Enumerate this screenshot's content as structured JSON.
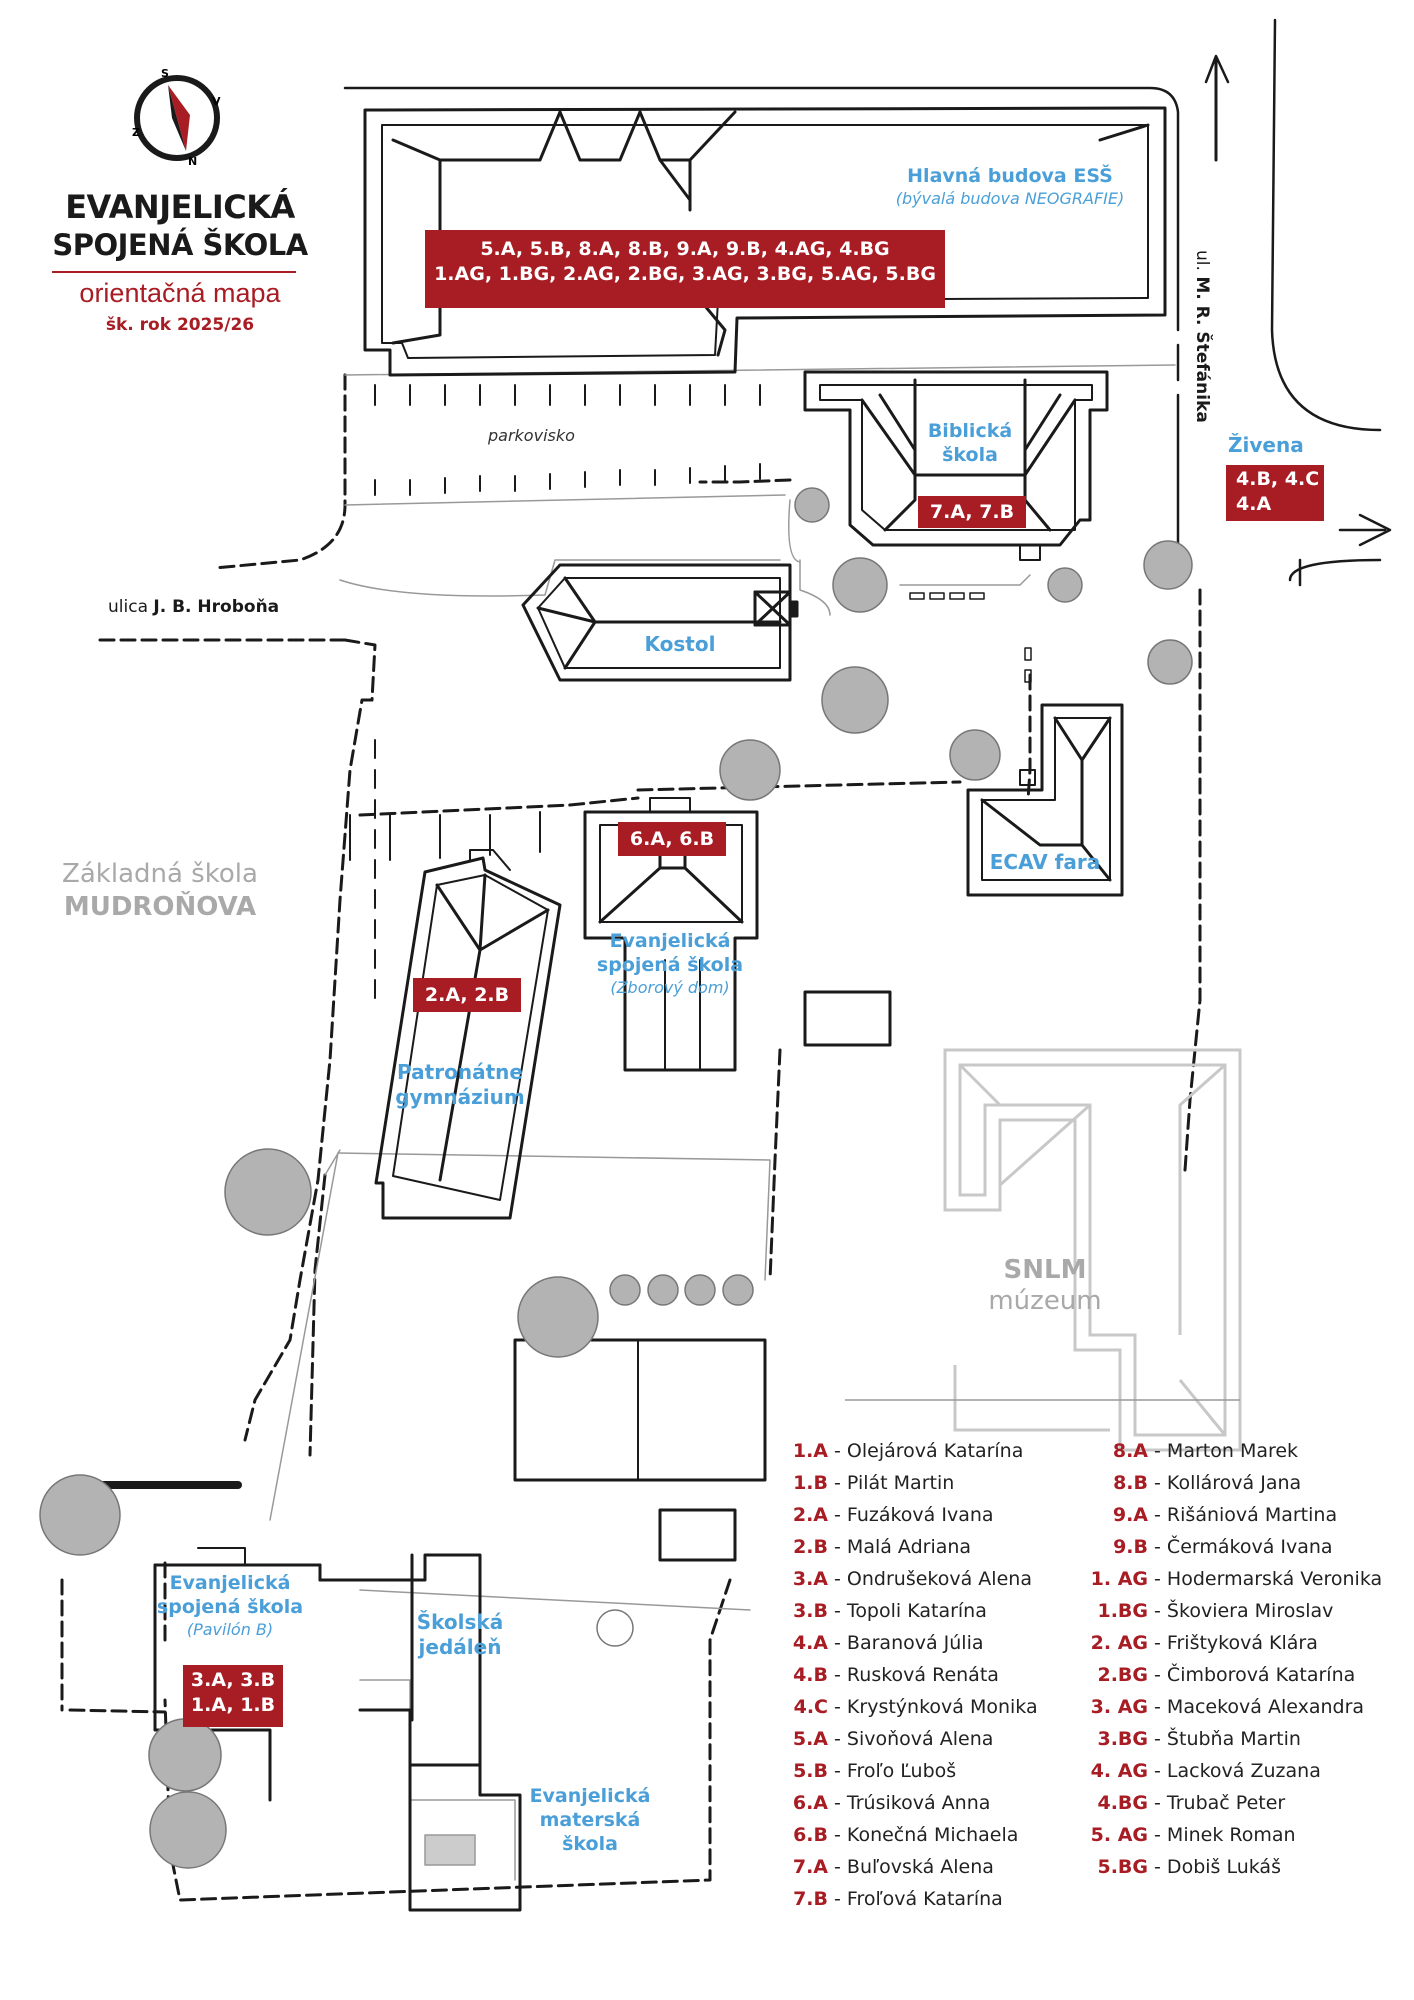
{
  "header": {
    "school_line1": "EVANJELICKÁ",
    "school_line2": "SPOJENÁ ŠKOLA",
    "subtitle": "orientačná mapa",
    "year": "šk. rok 2025/26",
    "compass": {
      "n": "N",
      "s": "S",
      "v": "V",
      "z": "Z"
    }
  },
  "streets": {
    "hrobona_prefix": "ulica ",
    "hrobona_name": "J. B. Hroboňa",
    "stefanika_prefix": "ul. ",
    "stefanika_name": "M. R. Štefánika",
    "parking": "parkovisko"
  },
  "buildings": {
    "main": {
      "name": "Hlavná budova ESŠ",
      "note": "(bývalá budova NEOGRAFIE)",
      "classes_line1": "5.A, 5.B, 8.A, 8.B, 9.A, 9.B, 4.AG, 4.BG",
      "classes_line2": "1.AG, 1.BG, 2.AG, 2.BG, 3.AG, 3.BG, 5.AG, 5.BG"
    },
    "biblical": {
      "name_line1": "Biblická",
      "name_line2": "škola",
      "classes": "7.A, 7.B"
    },
    "zivena": {
      "name": "Živena",
      "classes_line1": "4.B, 4.C",
      "classes_line2": "4.A"
    },
    "church": {
      "name": "Kostol"
    },
    "zborovy": {
      "name_line1": "Evanjelická",
      "name_line2": "spojená škola",
      "note": "(Zborový dom)",
      "classes": "6.A, 6.B"
    },
    "fara": {
      "name": "ECAV fara"
    },
    "patronatne": {
      "name_line1": "Patronátne",
      "name_line2": "gymnázium",
      "classes": "2.A, 2.B"
    },
    "zs": {
      "line1": "Základná škola",
      "line2": "MUDROŇOVA"
    },
    "snlm": {
      "line1": "SNLM",
      "line2": "múzeum"
    },
    "pavilon": {
      "name_line1": "Evanjelická",
      "name_line2": "spojená škola",
      "note": "(Pavilón B)",
      "classes_line1": "3.A, 3.B",
      "classes_line2": "1.A, 1.B"
    },
    "jedalen": {
      "name_line1": "Školská",
      "name_line2": "jedáleň"
    },
    "materska": {
      "name_line1": "Evanjelická",
      "name_line2": "materská",
      "name_line3": "škola"
    }
  },
  "legend_left": [
    {
      "cls": "1.A",
      "teacher": " - Olejárová Katarína"
    },
    {
      "cls": "1.B",
      "teacher": " - Pilát Martin"
    },
    {
      "cls": "2.A",
      "teacher": " - Fuzáková Ivana"
    },
    {
      "cls": "2.B",
      "teacher": " - Malá Adriana"
    },
    {
      "cls": "3.A",
      "teacher": " - Ondrušeková Alena"
    },
    {
      "cls": "3.B",
      "teacher": " - Topoli Katarína"
    },
    {
      "cls": "4.A",
      "teacher": " - Baranová Júlia"
    },
    {
      "cls": "4.B",
      "teacher": " - Rusková Renáta"
    },
    {
      "cls": "4.C",
      "teacher": " - Krystýnková Monika"
    },
    {
      "cls": "5.A",
      "teacher": " - Sivoňová Alena"
    },
    {
      "cls": "5.B",
      "teacher": " - Froľo Ľuboš"
    },
    {
      "cls": "6.A",
      "teacher": " - Trúsiková Anna"
    },
    {
      "cls": "6.B",
      "teacher": " - Konečná Michaela"
    },
    {
      "cls": "7.A",
      "teacher": " - Buľovská Alena"
    },
    {
      "cls": "7.B",
      "teacher": " - Froľová Katarína"
    }
  ],
  "legend_right": [
    {
      "cls": "8.A",
      "teacher": " - Marton Marek"
    },
    {
      "cls": "8.B",
      "teacher": " - Kollárová Jana"
    },
    {
      "cls": "9.A",
      "teacher": " - Rišániová Martina"
    },
    {
      "cls": "9.B",
      "teacher": " - Čermáková Ivana"
    },
    {
      "cls": "1. AG",
      "teacher": " - Hodermarská Veronika"
    },
    {
      "cls": "1.BG",
      "teacher": " - Škoviera Miroslav"
    },
    {
      "cls": "2. AG",
      "teacher": " - Frištyková Klára"
    },
    {
      "cls": "2.BG",
      "teacher": " - Čimborová Katarína"
    },
    {
      "cls": "3. AG",
      "teacher": " - Maceková Alexandra"
    },
    {
      "cls": "3.BG",
      "teacher": " - Štubňa Martin"
    },
    {
      "cls": "4. AG",
      "teacher": " - Lacková Zuzana"
    },
    {
      "cls": "4.BG",
      "teacher": " - Trubač Peter"
    },
    {
      "cls": "5. AG",
      "teacher": " - Minek Roman"
    },
    {
      "cls": "5.BG",
      "teacher": " - Dobiš Lukáš"
    }
  ],
  "colors": {
    "accent_red": "#a81c24",
    "label_blue": "#4a9fd8",
    "tree_gray": "#b3b3b3",
    "ghost_gray": "#c8c8c8"
  }
}
